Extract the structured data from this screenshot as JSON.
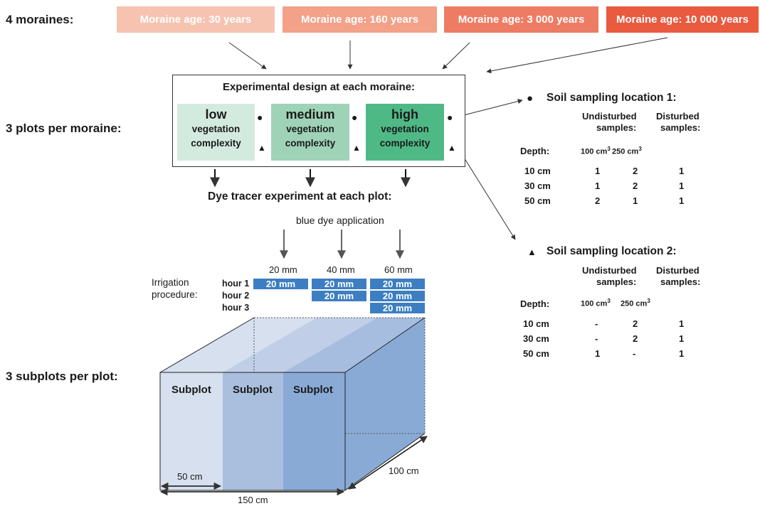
{
  "labels": {
    "moraines": "4 moraines:",
    "plots": "3 plots per moraine:",
    "subplots": "3 subplots per plot:"
  },
  "moraines": [
    {
      "label": "Moraine age: 30 years",
      "color": "#f6c3b1"
    },
    {
      "label": "Moraine age: 160 years",
      "color": "#f3a189"
    },
    {
      "label": "Moraine age: 3 000 years",
      "color": "#ee7c64"
    },
    {
      "label": "Moraine age: 10 000 years",
      "color": "#e95a3f"
    }
  ],
  "design": {
    "title": "Experimental design at each moraine:",
    "plots": [
      {
        "level": "low",
        "sub1": "vegetation",
        "sub2": "complexity",
        "color": "#d3eadf"
      },
      {
        "level": "medium",
        "sub1": "vegetation",
        "sub2": "complexity",
        "color": "#9fd3b7"
      },
      {
        "level": "high",
        "sub1": "vegetation",
        "sub2": "complexity",
        "color": "#4fb986"
      }
    ],
    "marker_circle": "●",
    "marker_triangle": "▲"
  },
  "dye": {
    "title": "Dye tracer experiment at each plot:",
    "application": "blue dye application",
    "amounts": [
      "20 mm",
      "40 mm",
      "60 mm"
    ],
    "irrigation_label_1": "Irrigation",
    "irrigation_label_2": "procedure:",
    "hours": [
      "hour 1",
      "hour 2",
      "hour 3"
    ],
    "block_label": "20 mm",
    "block_color": "#3d7ec2"
  },
  "soil": {
    "location1": {
      "marker": "●",
      "title": "Soil sampling location 1:",
      "rows": [
        {
          "depth": "10 cm",
          "v100": "1",
          "v250": "2",
          "dist": "1"
        },
        {
          "depth": "30 cm",
          "v100": "1",
          "v250": "2",
          "dist": "1"
        },
        {
          "depth": "50 cm",
          "v100": "2",
          "v250": "1",
          "dist": "1"
        }
      ]
    },
    "location2": {
      "marker": "▲",
      "title": "Soil sampling location 2:",
      "rows": [
        {
          "depth": "10 cm",
          "v100": "-",
          "v250": "2",
          "dist": "1"
        },
        {
          "depth": "30 cm",
          "v100": "-",
          "v250": "2",
          "dist": "1"
        },
        {
          "depth": "50 cm",
          "v100": "1",
          "v250": "-",
          "dist": "1"
        }
      ]
    },
    "headers": {
      "undisturbed_1": "Undisturbed",
      "undisturbed_2": "samples:",
      "disturbed_1": "Disturbed",
      "disturbed_2": "samples:",
      "depth": "Depth:",
      "vol100": "100 cm",
      "vol250": "250 cm",
      "exp": "3"
    }
  },
  "block": {
    "subplot_label": "Subplot",
    "dim_width": "50 cm",
    "dim_length": "150 cm",
    "dim_depth": "100 cm",
    "colors": [
      "#d6e0ef",
      "#aabede",
      "#8aaad6"
    ]
  }
}
